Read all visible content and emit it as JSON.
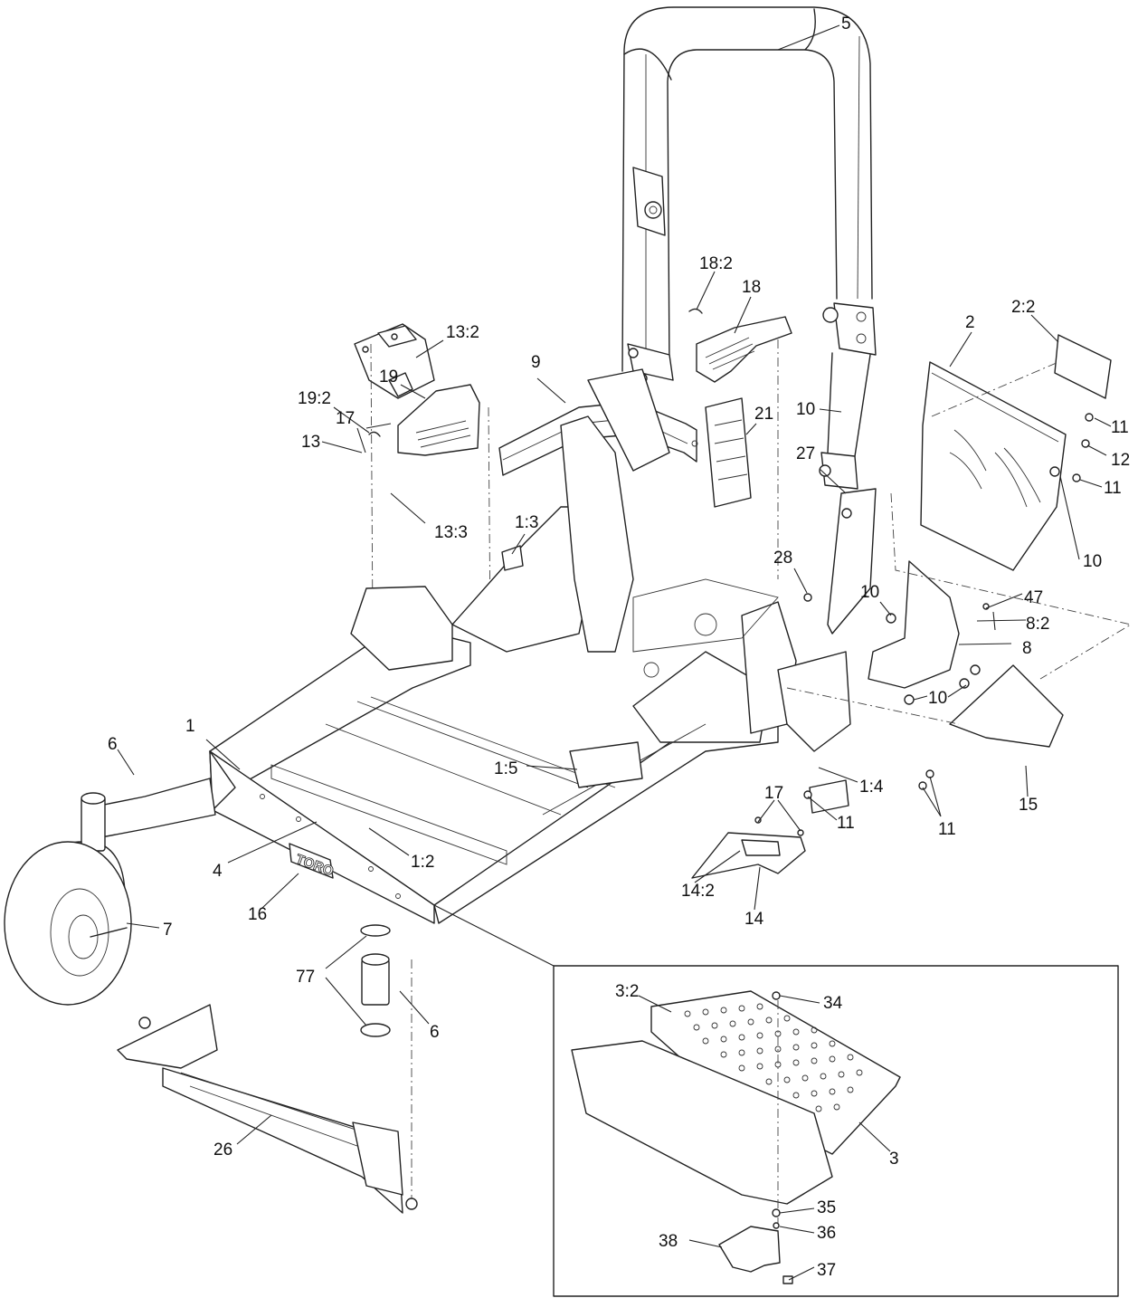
{
  "brand_text": "TORO",
  "callouts": [
    {
      "id": "c5",
      "text": "5"
    },
    {
      "id": "c18_2",
      "text": "18:2"
    },
    {
      "id": "c18",
      "text": "18"
    },
    {
      "id": "c2",
      "text": "2"
    },
    {
      "id": "c2_2",
      "text": "2:2"
    },
    {
      "id": "c19",
      "text": "19"
    },
    {
      "id": "c19_2",
      "text": "19:2"
    },
    {
      "id": "c9",
      "text": "9"
    },
    {
      "id": "c17a",
      "text": "17"
    },
    {
      "id": "c13_2",
      "text": "13:2"
    },
    {
      "id": "c13",
      "text": "13"
    },
    {
      "id": "c13_3",
      "text": "13:3"
    },
    {
      "id": "c1_3",
      "text": "1:3"
    },
    {
      "id": "c21",
      "text": "21"
    },
    {
      "id": "c10a",
      "text": "10"
    },
    {
      "id": "c27",
      "text": "27"
    },
    {
      "id": "c28",
      "text": "28"
    },
    {
      "id": "c10b",
      "text": "10"
    },
    {
      "id": "c11a",
      "text": "11"
    },
    {
      "id": "c12",
      "text": "12"
    },
    {
      "id": "c11b",
      "text": "11"
    },
    {
      "id": "c10c",
      "text": "10"
    },
    {
      "id": "c47",
      "text": "47"
    },
    {
      "id": "c8_2",
      "text": "8:2"
    },
    {
      "id": "c8",
      "text": "8"
    },
    {
      "id": "c10d",
      "text": "10"
    },
    {
      "id": "c1",
      "text": "1"
    },
    {
      "id": "c6a",
      "text": "6"
    },
    {
      "id": "c1_5",
      "text": "1:5"
    },
    {
      "id": "c1_4",
      "text": "1:4"
    },
    {
      "id": "c15",
      "text": "15"
    },
    {
      "id": "c17b",
      "text": "17"
    },
    {
      "id": "c11c",
      "text": "11"
    },
    {
      "id": "c11d",
      "text": "11"
    },
    {
      "id": "c4",
      "text": "4"
    },
    {
      "id": "c1_2",
      "text": "1:2"
    },
    {
      "id": "c16",
      "text": "16"
    },
    {
      "id": "c7",
      "text": "7"
    },
    {
      "id": "c14_2",
      "text": "14:2"
    },
    {
      "id": "c14",
      "text": "14"
    },
    {
      "id": "c77",
      "text": "77"
    },
    {
      "id": "c6b",
      "text": "6"
    },
    {
      "id": "c3_2",
      "text": "3:2"
    },
    {
      "id": "c34",
      "text": "34"
    },
    {
      "id": "c26",
      "text": "26"
    },
    {
      "id": "c3",
      "text": "3"
    },
    {
      "id": "c35",
      "text": "35"
    },
    {
      "id": "c36",
      "text": "36"
    },
    {
      "id": "c38",
      "text": "38"
    },
    {
      "id": "c37",
      "text": "37"
    }
  ]
}
